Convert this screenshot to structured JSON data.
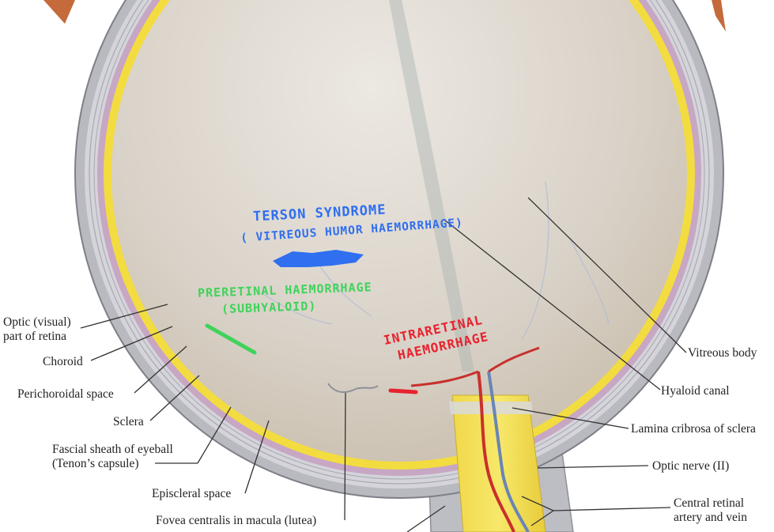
{
  "labels": {
    "optic_retina_1": "Optic (visual)",
    "optic_retina_2": "part of retina",
    "choroid": "Choroid",
    "perichoroidal": "Perichoroidal space",
    "sclera": "Sclera",
    "fascial_1": "Fascial sheath of eyeball",
    "fascial_2": "(Tenon’s capsule)",
    "episcleral": "Episcleral space",
    "fovea": "Fovea centralis in macula (lutea)",
    "vitreous_body": "Vitreous body",
    "hyaloid_canal": "Hyaloid canal",
    "lamina_cribrosa": "Lamina cribrosa of sclera",
    "optic_nerve": "Optic nerve (II)",
    "central_retinal_1": "Central retinal",
    "central_retinal_2": "artery and vein"
  },
  "annotations": {
    "terson_1": "TERSON SYNDROME",
    "terson_2": "( VITREOUS HUMOR HAEMORRHAGE)",
    "preretinal_1": "PRERETINAL HAEMORRHAGE",
    "preretinal_2": "(SUBHYALOID)",
    "intraretinal_1": "INTRARETINAL",
    "intraretinal_2": "HAEMORRHAGE"
  },
  "colors": {
    "terson": "#2f6ff0",
    "preretinal": "#3fd35a",
    "intraretinal": "#e8222f",
    "retina": "#f4e04a",
    "choroid": "#c9a9c4",
    "sclera": "#c9c9cf",
    "vitreous": "#dcd6cf"
  }
}
